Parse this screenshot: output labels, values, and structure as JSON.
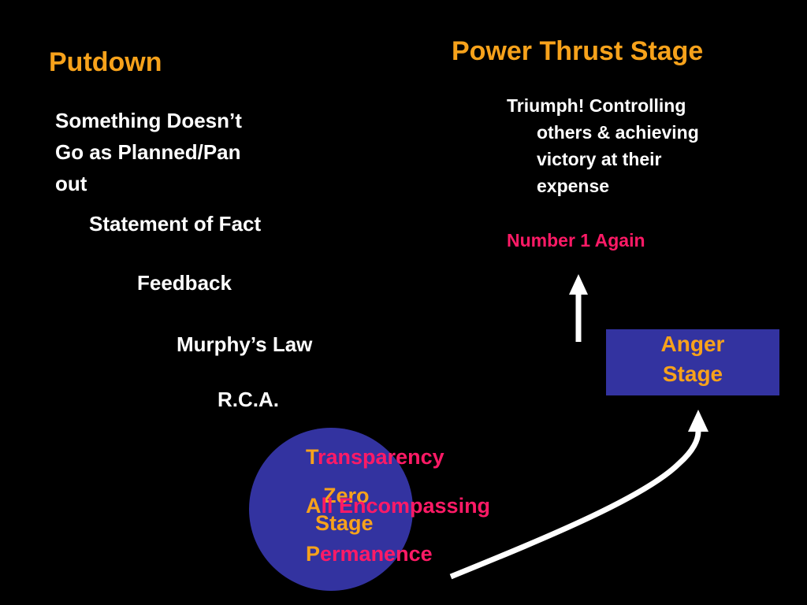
{
  "left": {
    "title": "Putdown",
    "subtitle_lines": [
      "Something Doesn’t",
      "Go as Planned/Pan",
      "out"
    ],
    "steps": [
      "Statement of Fact",
      "Feedback",
      "Murphy’s Law",
      "R.C.A."
    ]
  },
  "right": {
    "title": "Power Thrust Stage",
    "description_lines": [
      "Triumph! Controlling",
      "others & achieving",
      "victory at their",
      "expense"
    ],
    "highlight": "Number 1 Again"
  },
  "anger_box": {
    "lines": [
      "Anger",
      "Stage"
    ]
  },
  "zero_stage": {
    "lines": [
      "Zero",
      "Stage"
    ]
  },
  "overlay_terms": [
    {
      "first": "T",
      "rest": "ransparency"
    },
    {
      "first": "A",
      "rest": "ll Encompassing"
    },
    {
      "first": "P",
      "rest": "ermanence"
    }
  ],
  "colors": {
    "background": "#000000",
    "title": "#f7a21b",
    "text": "#ffffff",
    "highlight": "#ff1a66",
    "shape_fill": "#3333a0"
  }
}
